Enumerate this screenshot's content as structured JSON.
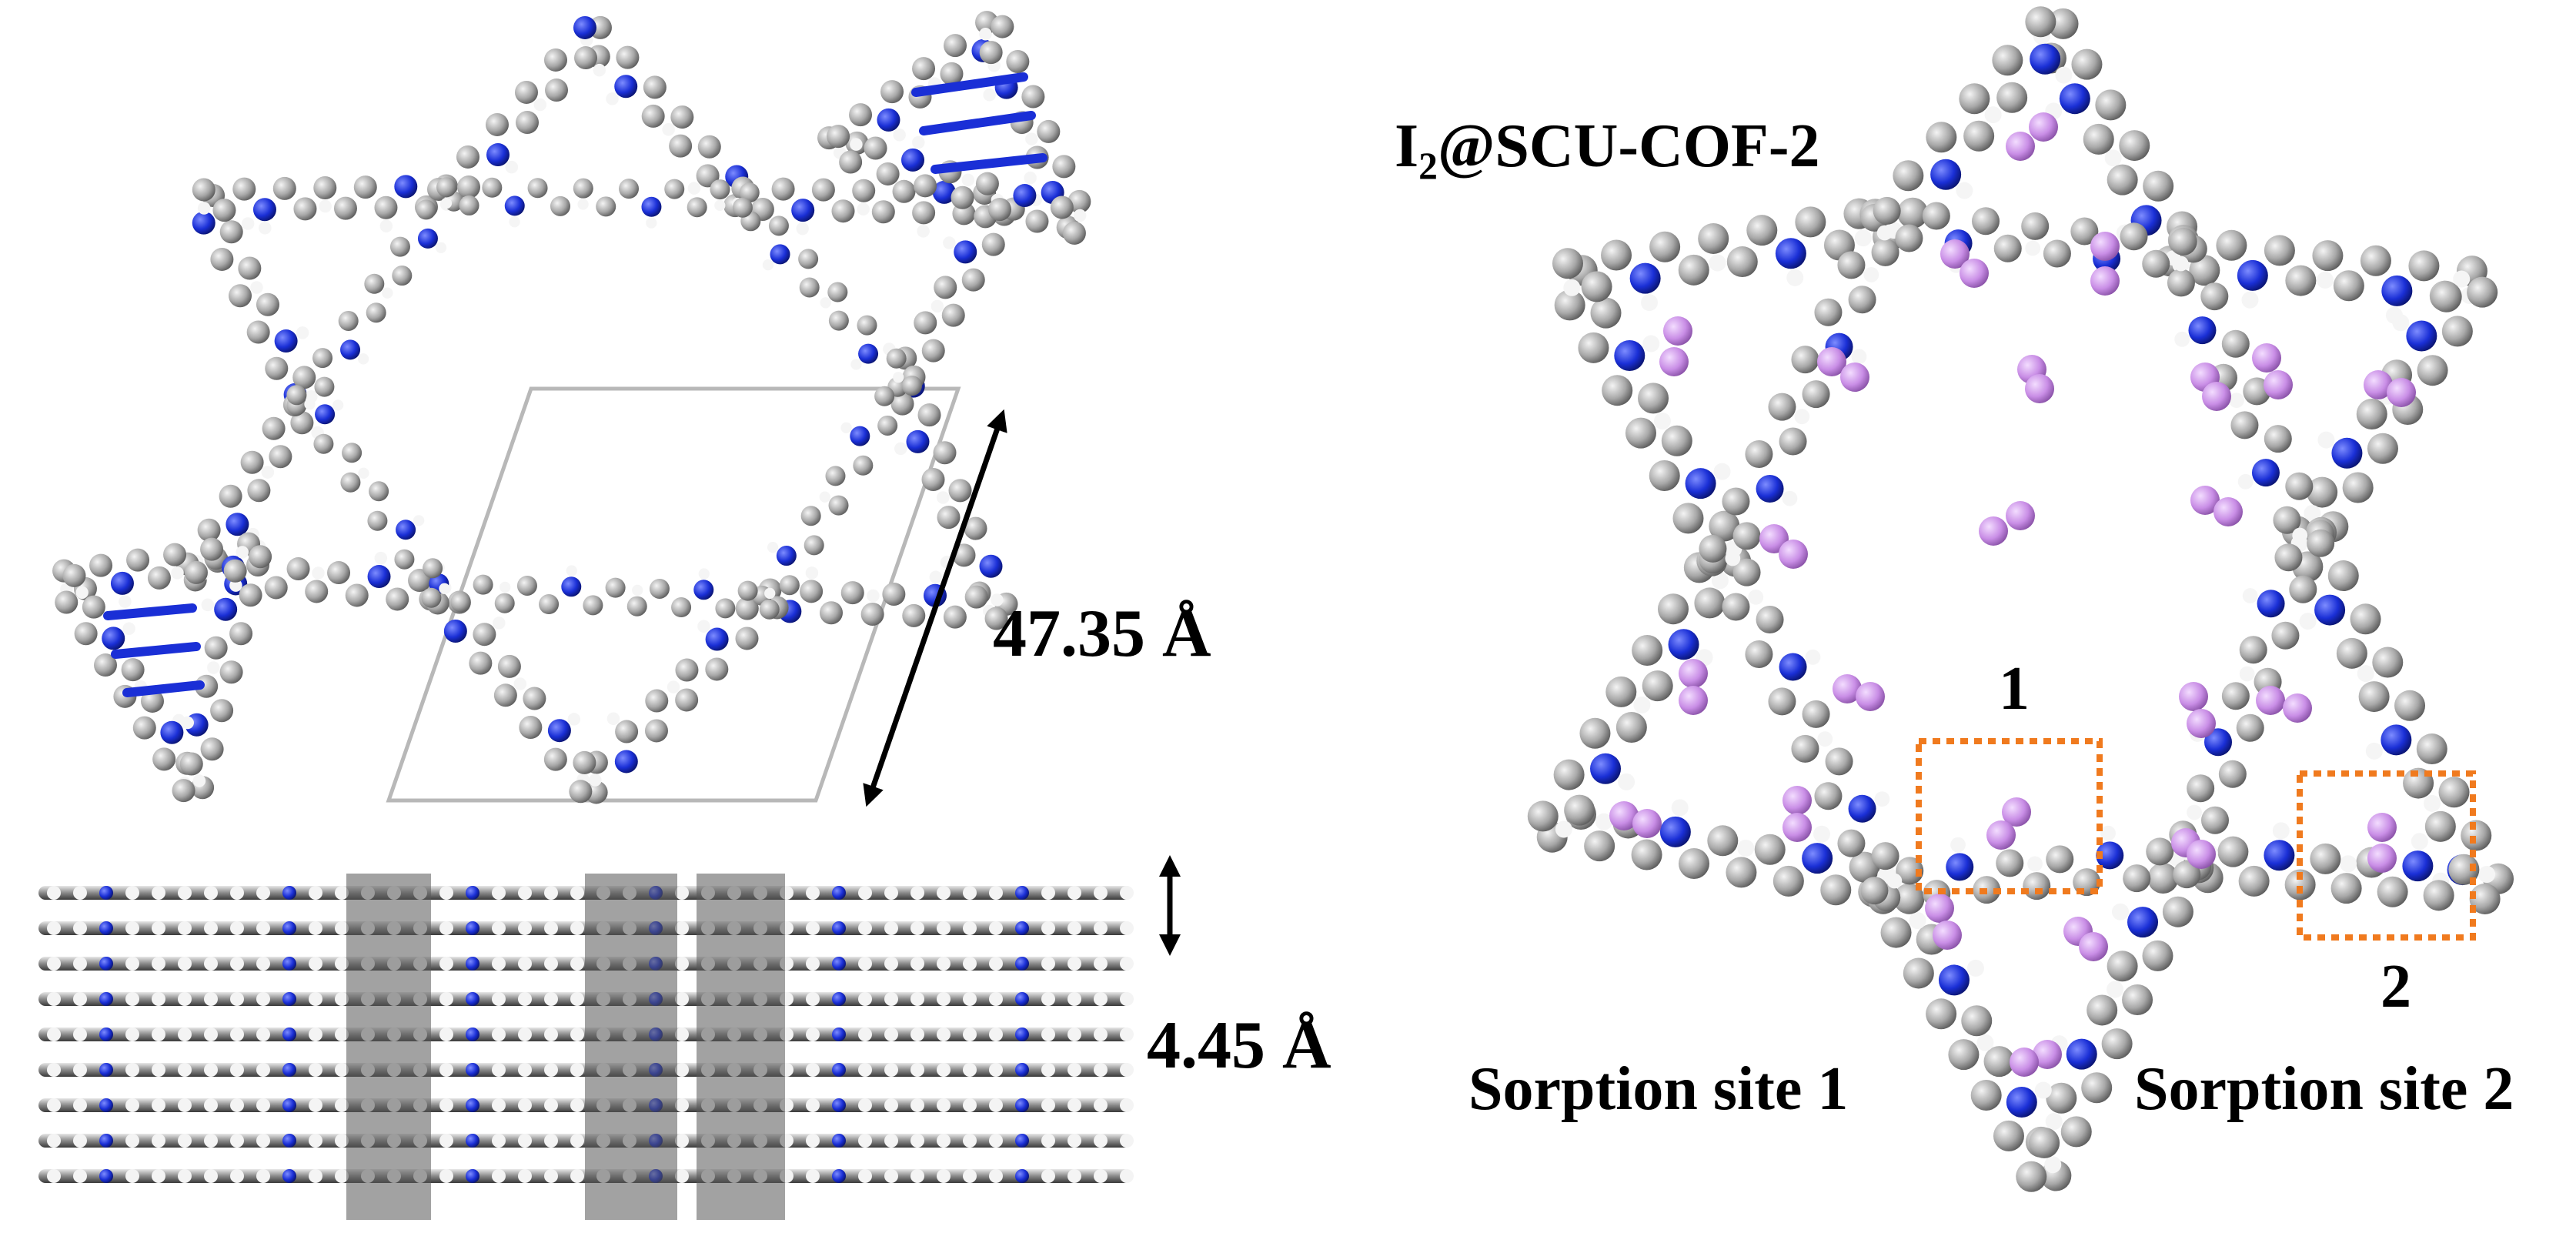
{
  "top_view": {
    "dimension_label": "47.35 Å"
  },
  "side_view": {
    "dimension_label": "4.45 Å"
  },
  "iodine_view": {
    "title_main": "I",
    "title_subscript": "2",
    "title_rest": "@SCU-COF-2",
    "site_marker_1": "1",
    "site_marker_2": "2",
    "site_label_1": "Sorption site 1",
    "site_label_2": "Sorption site 2"
  },
  "colors": {
    "carbon": "#9a9a9a",
    "nitrogen": "#1a2fd6",
    "hydrogen": "#f2f2f2",
    "iodine": "#c98ee6",
    "site_box": "#f07a1e",
    "unit_cell": "#b8b8b8"
  }
}
